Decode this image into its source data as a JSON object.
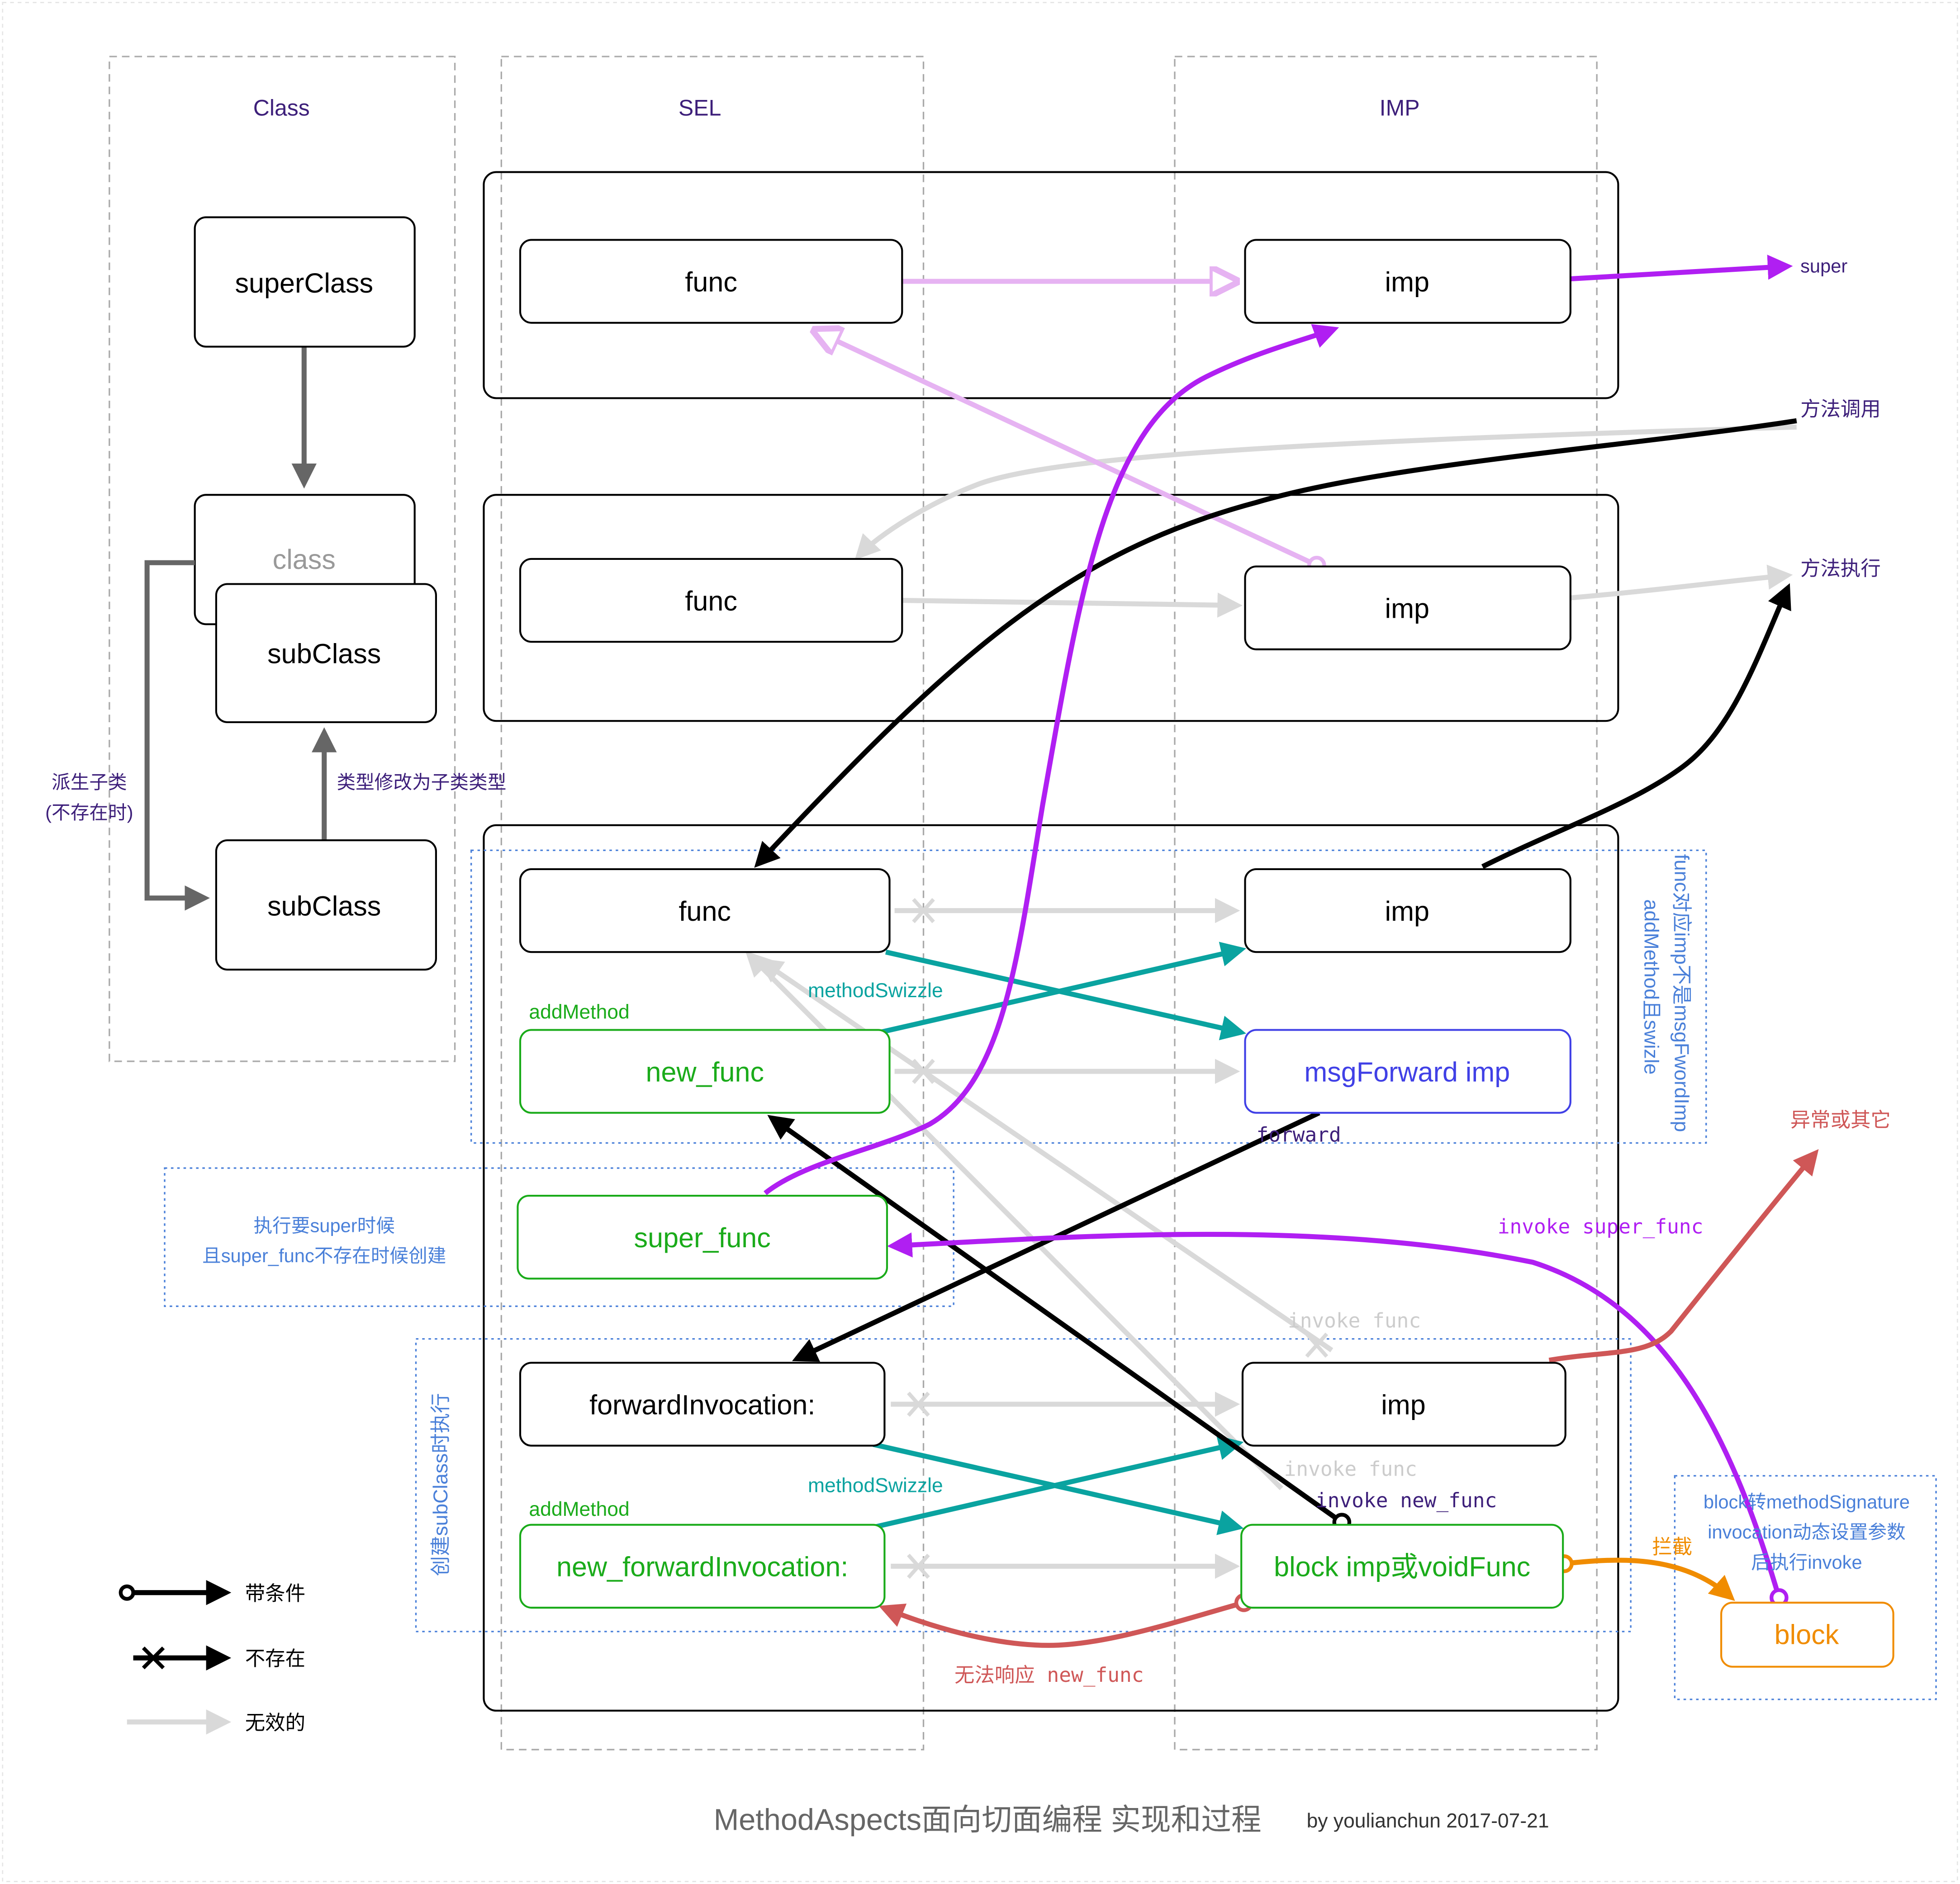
{
  "columns": {
    "class_label": "Class",
    "sel_label": "SEL",
    "imp_label": "IMP"
  },
  "class_column": {
    "superclass": "superClass",
    "class": "class",
    "subclass_top": "subClass",
    "subclass_bottom": "subClass",
    "derive_label_line1": "派生子类",
    "derive_label_line2": "(不存在时)",
    "type_change_label": "类型修改为子类类型"
  },
  "group1": {
    "func": "func",
    "imp": "imp"
  },
  "group2": {
    "func": "func",
    "imp": "imp"
  },
  "group3": {
    "func": "func",
    "imp": "imp",
    "add_method_1": "addMethod",
    "method_swizzle_1": "methodSwizzle",
    "new_func": "new_func",
    "msg_forward_imp": "msgForward imp",
    "forward_label": "forward",
    "swizzle_note_line1": "func对应imp不是msgFwordImp",
    "swizzle_note_line2": "addMethod且swizle",
    "super_func": "super_func",
    "super_note_line1": "执行要super时候",
    "super_note_line2": "且super_func不存在时候创建",
    "invoke_super_func": "invoke super_func",
    "invoke_func_1": "invoke func",
    "forward_invocation": "forwardInvocation:",
    "imp_lower": "imp",
    "invoke_func_2": "invoke func",
    "invoke_new_func": "invoke new_func",
    "add_method_2": "addMethod",
    "method_swizzle_2": "methodSwizzle",
    "new_forward_invocation": "new_forwardInvocation:",
    "block_imp": "block imp或voidFunc",
    "create_note": "创建subClass时执行",
    "cannot_respond": "无法响应 new_func",
    "intercept": "拦截"
  },
  "right_side": {
    "super": "super",
    "method_call": "方法调用",
    "method_exec": "方法执行",
    "exception": "异常或其它",
    "block_note_line1": "block转methodSignature",
    "block_note_line2": "invocation动态设置参数",
    "block_note_line3": "后执行invoke",
    "block": "block"
  },
  "legend": {
    "conditional": "带条件",
    "not_exist": "不存在",
    "invalid": "无效的"
  },
  "footer": {
    "title": "MethodAspects面向切面编程 实现和过程",
    "byline": "by youlianchun 2017-07-21"
  },
  "colors": {
    "purple_text": "#3d1f7a",
    "green": "#1aab1a",
    "teal": "#0aa3a0",
    "magenta": "#b01ff2",
    "light_magenta": "#e6b3f2",
    "gray_line": "#d9d9d9",
    "dark_gray": "#666666",
    "blue_text": "#4a80d9",
    "red": "#cf5757",
    "orange": "#f08c00",
    "msg_forward_blue": "#4040e6"
  }
}
